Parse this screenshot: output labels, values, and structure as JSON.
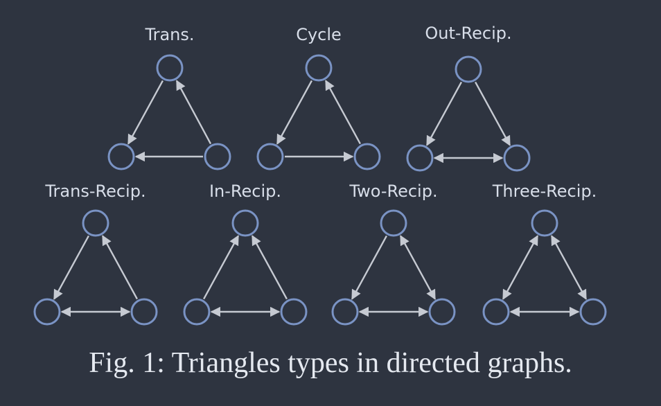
{
  "caption": "Fig. 1: Triangles types in directed graphs.",
  "colors": {
    "background": "#2e3440",
    "node_stroke": "#7a93c4",
    "edge": "#c6cad2",
    "label": "#d8dee9",
    "caption": "#e5e9f0"
  },
  "triangles": [
    {
      "name": "trans",
      "label": "Trans.",
      "edges": [
        {
          "from": "top",
          "to": "left"
        },
        {
          "from": "right",
          "to": "top"
        },
        {
          "from": "right",
          "to": "left"
        }
      ]
    },
    {
      "name": "cycle",
      "label": "Cycle",
      "edges": [
        {
          "from": "top",
          "to": "left"
        },
        {
          "from": "right",
          "to": "top"
        },
        {
          "from": "left",
          "to": "right"
        }
      ]
    },
    {
      "name": "out-recip",
      "label": "Out-Recip.",
      "edges": [
        {
          "from": "top",
          "to": "left"
        },
        {
          "from": "top",
          "to": "right"
        },
        {
          "from": "left",
          "to": "right",
          "bidirectional": true
        }
      ]
    },
    {
      "name": "trans-recip",
      "label": "Trans-Recip.",
      "edges": [
        {
          "from": "top",
          "to": "left"
        },
        {
          "from": "right",
          "to": "top"
        },
        {
          "from": "left",
          "to": "right",
          "bidirectional": true
        }
      ]
    },
    {
      "name": "in-recip",
      "label": "In-Recip.",
      "edges": [
        {
          "from": "left",
          "to": "top"
        },
        {
          "from": "right",
          "to": "top"
        },
        {
          "from": "left",
          "to": "right",
          "bidirectional": true
        }
      ]
    },
    {
      "name": "two-recip",
      "label": "Two-Recip.",
      "edges": [
        {
          "from": "top",
          "to": "left"
        },
        {
          "from": "top",
          "to": "right",
          "bidirectional": true
        },
        {
          "from": "left",
          "to": "right",
          "bidirectional": true
        }
      ]
    },
    {
      "name": "three-recip",
      "label": "Three-Recip.",
      "edges": [
        {
          "from": "top",
          "to": "left",
          "bidirectional": true
        },
        {
          "from": "top",
          "to": "right",
          "bidirectional": true
        },
        {
          "from": "left",
          "to": "right",
          "bidirectional": true
        }
      ]
    }
  ]
}
